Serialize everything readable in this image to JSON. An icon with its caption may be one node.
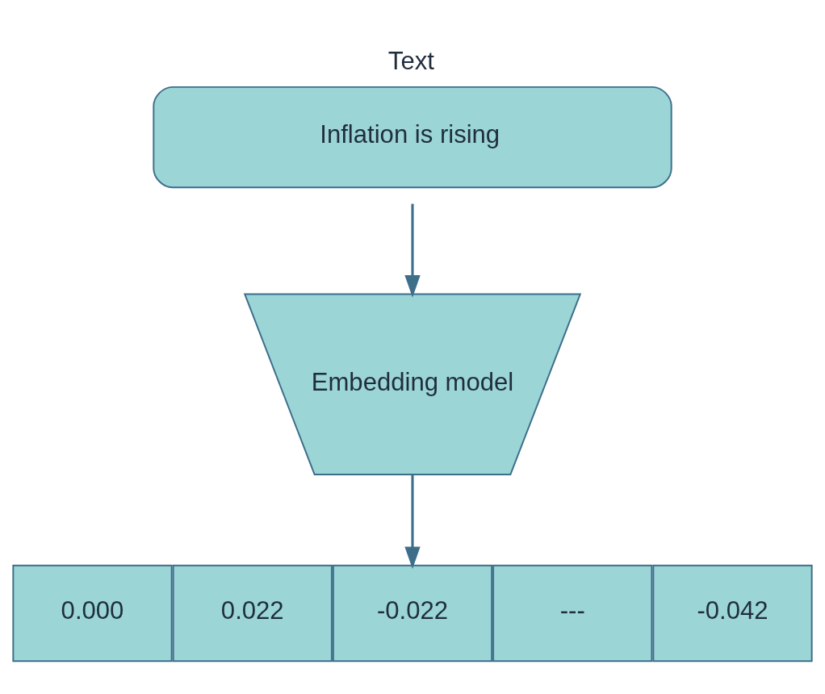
{
  "diagram": {
    "nodes": [
      {
        "text": [
          "Text",
          "Inflation is rising"
        ]
      },
      {
        "text": [
          "Embedding model"
        ]
      },
      {
        "text": [
          "0.000"
        ]
      },
      {
        "text": [
          "0.022"
        ]
      },
      {
        "text": [
          "-0.022"
        ]
      },
      {
        "text": [
          "---"
        ]
      },
      {
        "text": [
          "-0.042"
        ]
      }
    ],
    "edges": [
      {
        "from": 0,
        "to": 1,
        "arrow": "to"
      },
      {
        "from": 1,
        "to": 4,
        "arrow": "to"
      }
    ]
  }
}
